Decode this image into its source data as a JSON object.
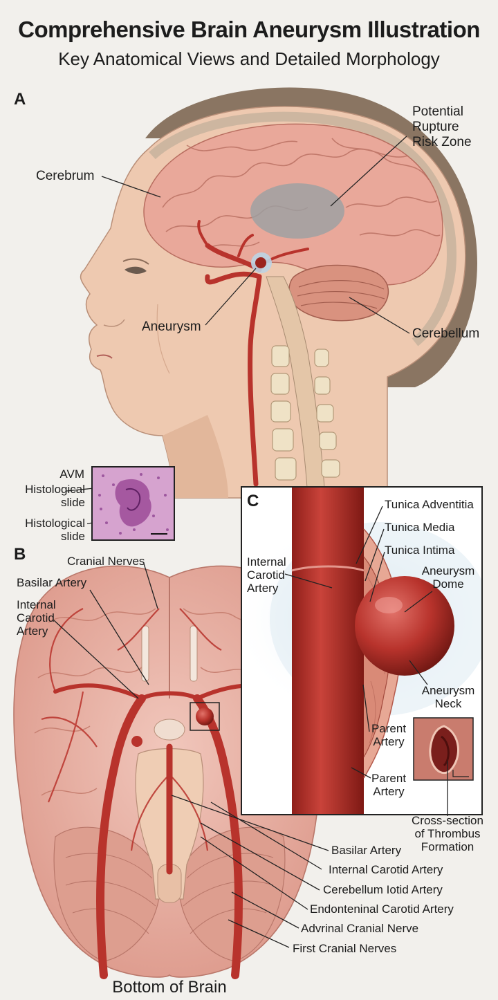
{
  "header": {
    "title": "Comprehensive Brain Aneurysm Illustration",
    "subtitle": "Key Anatomical Views and Detailed Morphology"
  },
  "panel_a": {
    "letter": "A",
    "labels": {
      "cerebrum": "Cerebrum",
      "rupture_line1": "Potential",
      "rupture_line2": "Rupture",
      "rupture_line3": "Risk Zone",
      "aneurysm": "Aneurysm",
      "cerebellum": "Cerebellum"
    },
    "histology": {
      "avm": "AVM",
      "slide1_line1": "Histological",
      "slide1_line2": "slide",
      "slide2_line1": "Histological",
      "slide2_line2": "slide"
    }
  },
  "panel_b": {
    "letter": "B",
    "labels": {
      "cranial_nerves": "Cranial Nerves",
      "basilar_top": "Basilar Artery",
      "ica_line1": "Internal",
      "ica_line2": "Carotid",
      "ica_line3": "Artery",
      "basilar_artery": "Basilar Artery",
      "internal_carotid_artery": "Internal Carotid Artery",
      "cerebellum_iotid": "Cerebellum Iotid Artery",
      "endonteninal": "Endonteninal Carotid Artery",
      "advrinal": "Advrinal Cranial Nerve",
      "first_cranial": "First Cranial Nerves"
    },
    "caption": "Bottom of Brain"
  },
  "panel_c": {
    "letter": "C",
    "labels": {
      "tunica_adventitia": "Tunica Adventitia",
      "tunica_media": "Tunica Media",
      "tunica_intima": "Tunica Intima",
      "ica_line1": "Internal",
      "ica_line2": "Carotid",
      "ica_line3": "Artery",
      "dome_line1": "Aneurysm",
      "dome_line2": "Dome",
      "neck_line1": "Aneurysm",
      "neck_line2": "Neck",
      "parent1_line1": "Parent",
      "parent1_line2": "Artery",
      "parent2_line1": "Parent",
      "parent2_line2": "Artery",
      "thrombus_line1": "Cross-section",
      "thrombus_line2": "of Thrombus",
      "thrombus_line3": "Formation"
    }
  },
  "colors": {
    "artery": "#b8332c",
    "brain": "#e9b4a8",
    "skin": "#eec9b0",
    "hair": "#8a7562",
    "rupture_zone": "#9aa0a3"
  }
}
